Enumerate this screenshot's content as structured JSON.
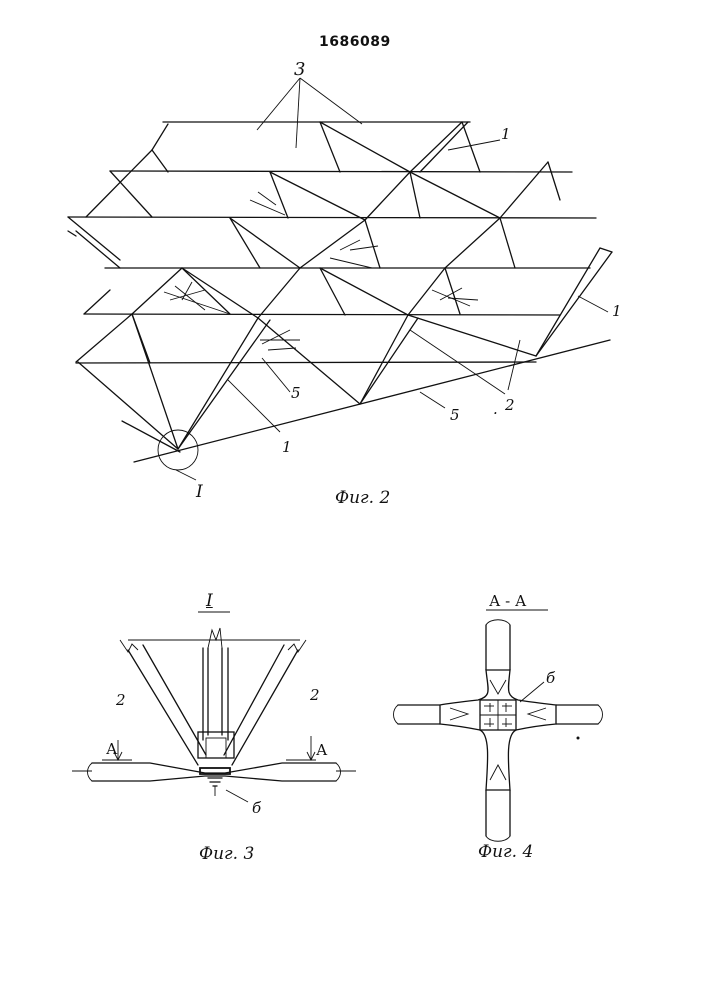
{
  "patent_number": "1686089",
  "fig2": {
    "caption": "Фиг. 2",
    "labels": {
      "l3": "3",
      "l1a": "1",
      "l1b": "1",
      "l1c": "1",
      "l5a": "5",
      "l5b": "5",
      "l2": "2",
      "dot": ".",
      "detail": "I"
    }
  },
  "fig3": {
    "caption": "Фиг. 3",
    "labels": {
      "title": "I",
      "l2_left": "2",
      "l2_right": "2",
      "sec_left": "А",
      "sec_right": "А",
      "l6": "б"
    }
  },
  "fig4": {
    "caption": "Фиг. 4",
    "labels": {
      "title": "А - А",
      "l6": "б"
    }
  }
}
